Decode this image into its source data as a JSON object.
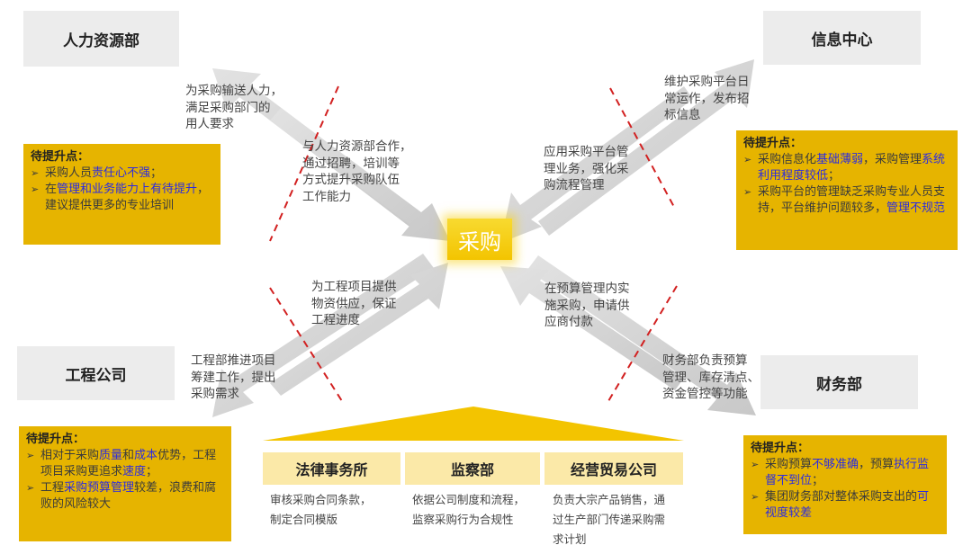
{
  "departments": {
    "hr": "人力资源部",
    "info": "信息中心",
    "eng": "工程公司",
    "fin": "财务部"
  },
  "center": "采购",
  "flows": {
    "hr_out": [
      "为采购输送人力，",
      "满足采购部门的",
      "用人要求"
    ],
    "hr_in": [
      "与人力资源部合作，",
      "通过招聘，培训等",
      "方式提升采购队伍",
      "工作能力"
    ],
    "info_out": [
      "维护采购平台日",
      "常运作，发布招",
      "标信息"
    ],
    "info_in": [
      "应用采购平台管",
      "理业务，强化采",
      "购流程管理"
    ],
    "eng_in": [
      "为工程项目提供",
      "物资供应，保证",
      "工程进度"
    ],
    "eng_out": [
      "工程部推进项目",
      "筹建工作，提出",
      "采购需求"
    ],
    "fin_in": [
      "在预算管理内实",
      "施采购，申请供",
      "应商付款"
    ],
    "fin_out": [
      "财务部负责预算",
      "管理、库存清点、",
      "资金管控等功能"
    ]
  },
  "improve_title": "待提升点：",
  "hr_box": [
    [
      {
        "t": "采购人员"
      },
      {
        "t": "责任心不强",
        "h": true
      },
      {
        "t": "；"
      }
    ],
    [
      {
        "t": "在"
      },
      {
        "t": "管理和业务能力上有待提升",
        "h": true
      },
      {
        "t": "，建议提供更多的专业培训"
      }
    ]
  ],
  "info_box": [
    [
      {
        "t": "采购信息化"
      },
      {
        "t": "基础薄弱",
        "h": true
      },
      {
        "t": "，采购管理"
      },
      {
        "t": "系统利用程度较低",
        "h": true
      },
      {
        "t": "；"
      }
    ],
    [
      {
        "t": "采购平台的管理缺乏采购专业人员支持，平台维护问题较多，"
      },
      {
        "t": "管理不规范",
        "h": true
      }
    ]
  ],
  "eng_box": [
    [
      {
        "t": "相对于采购"
      },
      {
        "t": "质量",
        "h": true
      },
      {
        "t": "和"
      },
      {
        "t": "成本",
        "h": true
      },
      {
        "t": "优势，工程项目采购更追求"
      },
      {
        "t": "速度",
        "h": true
      },
      {
        "t": "；"
      }
    ],
    [
      {
        "t": "工程"
      },
      {
        "t": "采购预算管理",
        "h": true
      },
      {
        "t": "较差，浪费和腐败的风险较大"
      }
    ]
  ],
  "fin_box": [
    [
      {
        "t": "采购预算"
      },
      {
        "t": "不够准确",
        "h": true
      },
      {
        "t": "，预算"
      },
      {
        "t": "执行监督不到位",
        "h": true
      },
      {
        "t": "；"
      }
    ],
    [
      {
        "t": "集团财务部对整体采购支出的"
      },
      {
        "t": "可视度较差",
        "h": true
      }
    ]
  ],
  "bottom": {
    "legal": {
      "name": "法律事务所",
      "desc": [
        "审核采购合同条款，",
        "制定合同模版"
      ]
    },
    "audit": {
      "name": "监察部",
      "desc": [
        "依据公司制度和流程，",
        "监察采购行为合规性"
      ]
    },
    "trade": {
      "name": "经营贸易公司",
      "desc": [
        "负责大宗产品销售，通",
        "过生产部门传递采购需",
        "求计划"
      ]
    }
  },
  "colors": {
    "accent": "#e6b400",
    "highlight": "#2b2be0",
    "arrow": "#cfcfcf",
    "cross": "#d22020"
  }
}
